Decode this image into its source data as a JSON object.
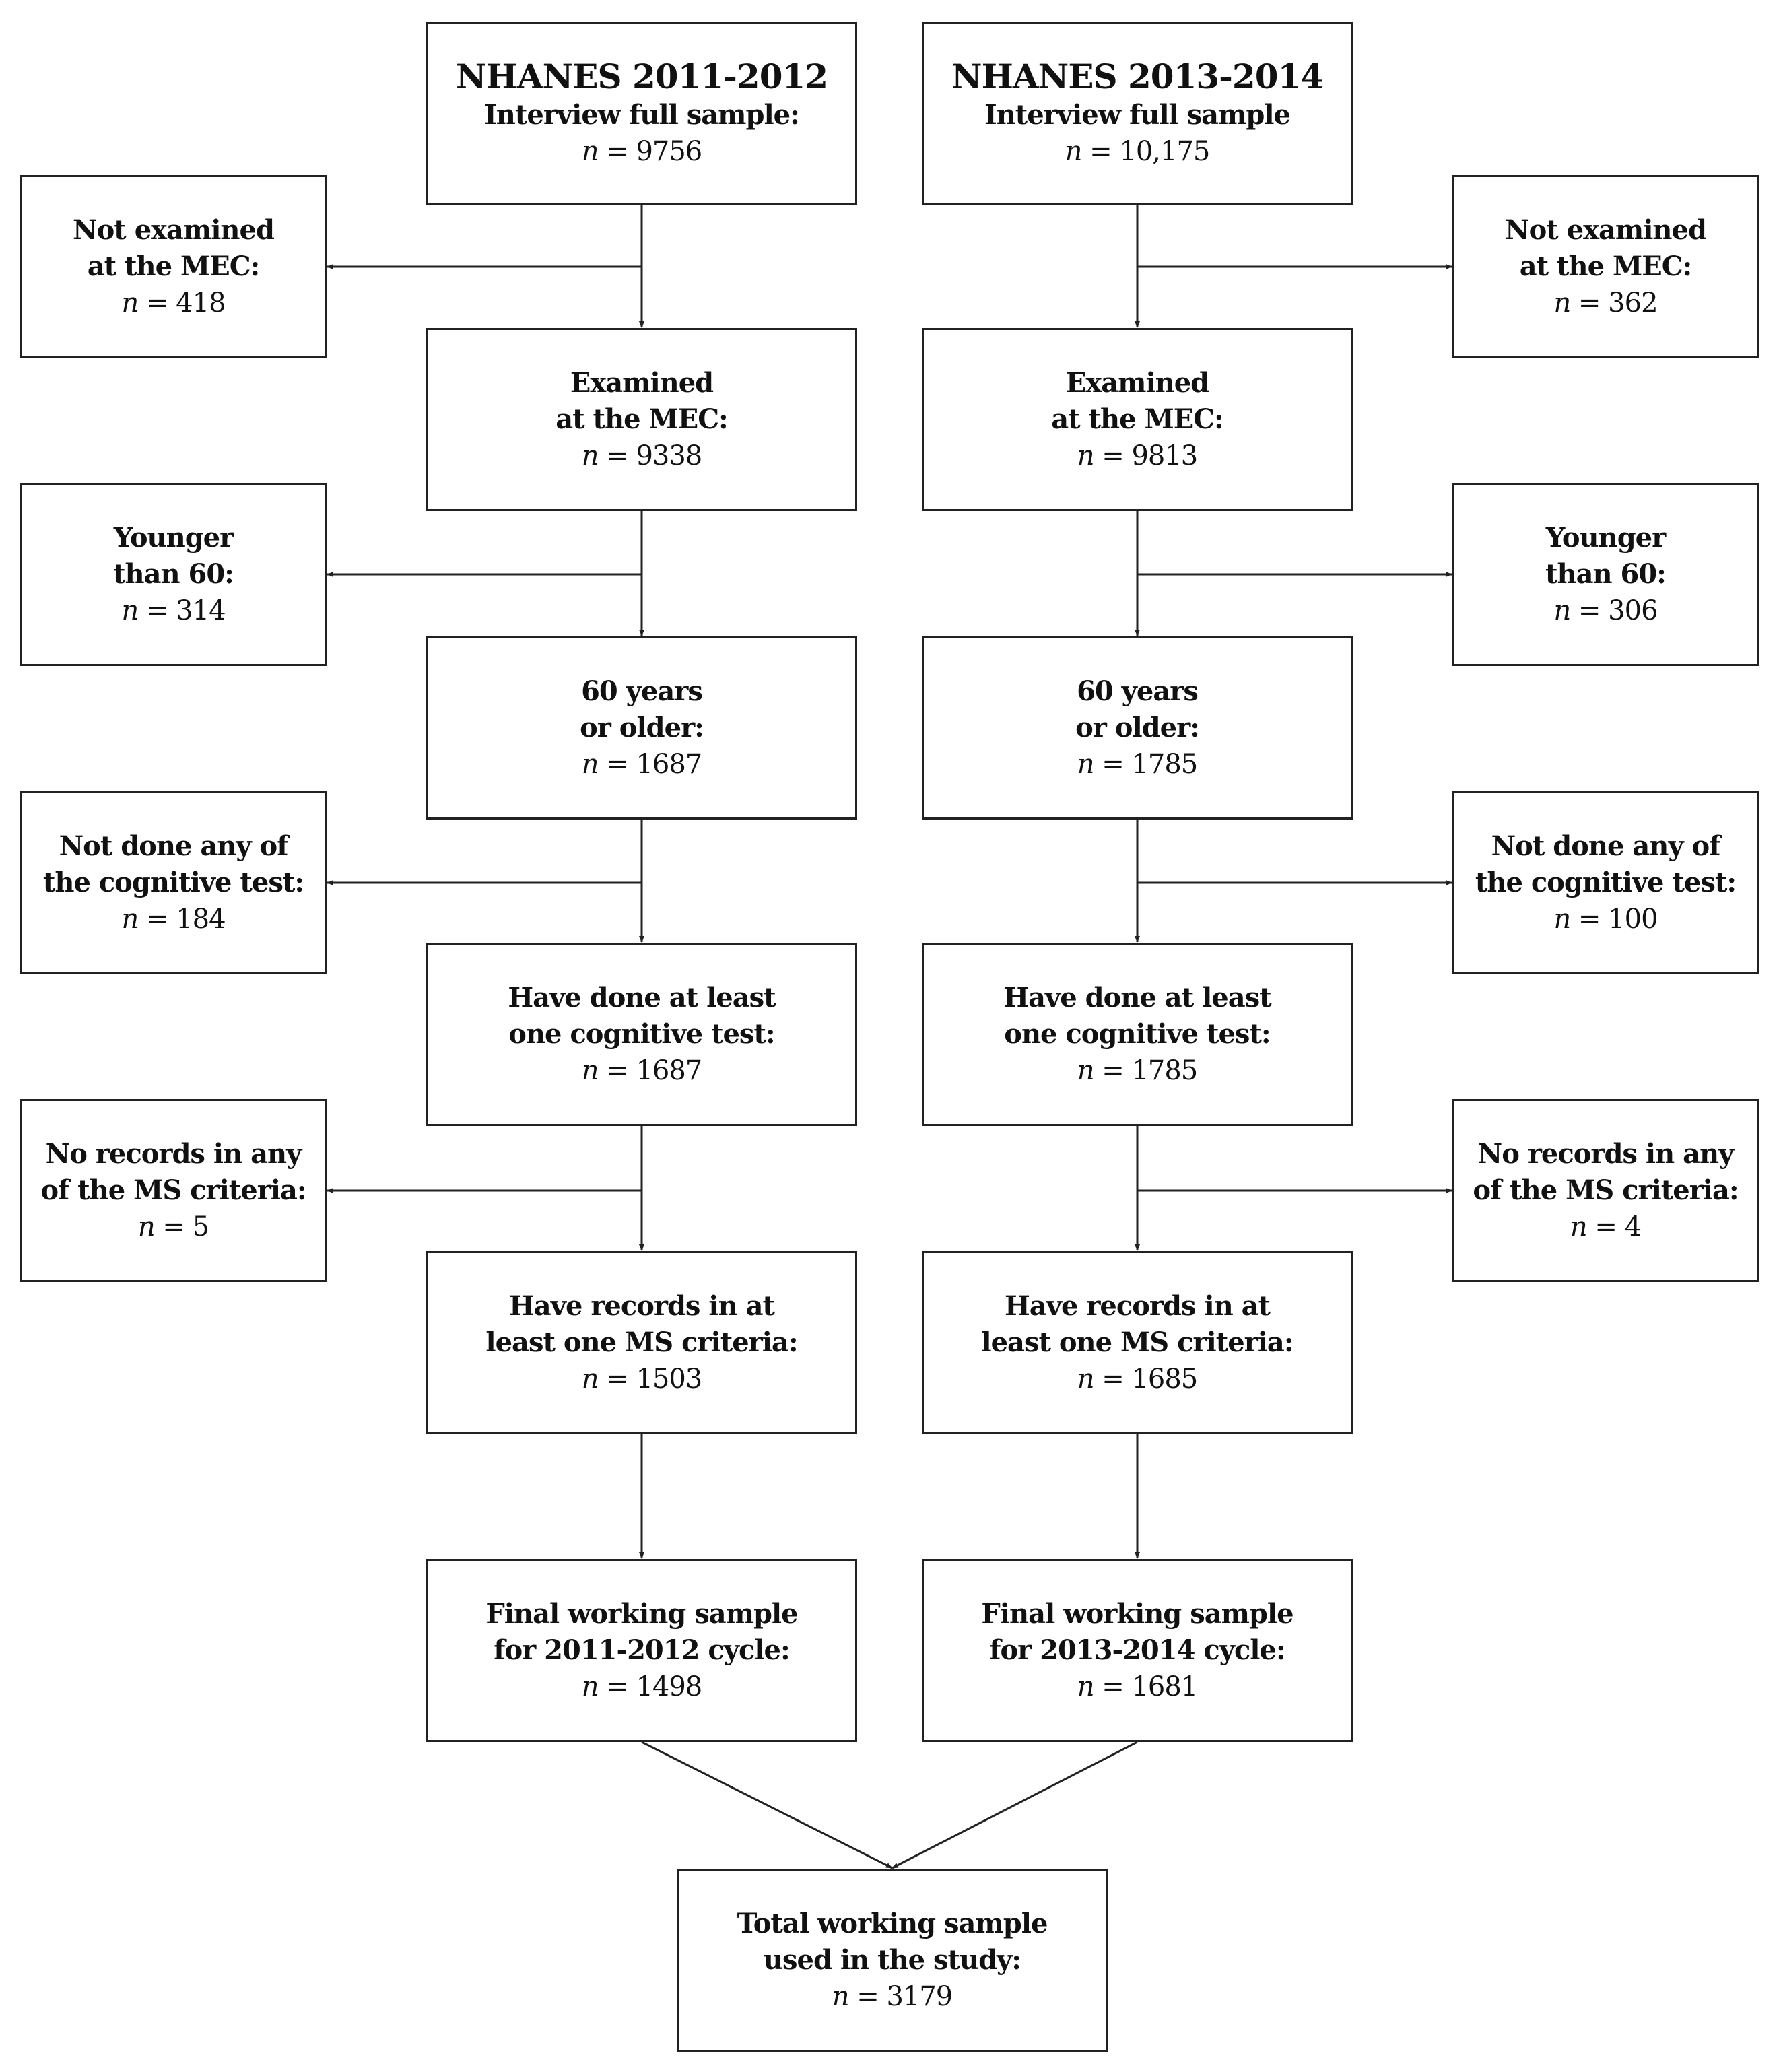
{
  "left": {
    "source": {
      "heading": "NHANES 2011-2012",
      "lines": [
        "Interview full sample:"
      ],
      "n": "9756"
    },
    "examined": {
      "lines": [
        "Examined",
        "at the MEC:"
      ],
      "n": "9338"
    },
    "age60": {
      "lines": [
        "60 years",
        "or older:"
      ],
      "n": "1687"
    },
    "cognitive": {
      "lines": [
        "Have done at least",
        "one cognitive test:"
      ],
      "n": "1687"
    },
    "ms_records": {
      "lines": [
        "Have records in at",
        "least one MS criteria:"
      ],
      "n": "1503"
    },
    "final": {
      "lines": [
        "Final working sample",
        "for 2011-2012 cycle:"
      ],
      "n": "1498"
    },
    "excl_not_examined": {
      "lines": [
        "Not examined",
        "at the MEC:"
      ],
      "n": "418"
    },
    "excl_younger": {
      "lines": [
        "Younger",
        "than 60:"
      ],
      "n": "314"
    },
    "excl_no_cognitive": {
      "lines": [
        "Not done any of",
        "the cognitive test:"
      ],
      "n": "184"
    },
    "excl_no_ms": {
      "lines": [
        "No records in any",
        "of the MS criteria:"
      ],
      "n": "5"
    }
  },
  "right": {
    "source": {
      "heading": "NHANES 2013-2014",
      "lines": [
        "Interview full sample"
      ],
      "n": "10,175"
    },
    "examined": {
      "lines": [
        "Examined",
        "at the MEC:"
      ],
      "n": "9813"
    },
    "age60": {
      "lines": [
        "60 years",
        "or older:"
      ],
      "n": "1785"
    },
    "cognitive": {
      "lines": [
        "Have done at least",
        "one cognitive test:"
      ],
      "n": "1785"
    },
    "ms_records": {
      "lines": [
        "Have records in at",
        "least one MS criteria:"
      ],
      "n": "1685"
    },
    "final": {
      "lines": [
        "Final working sample",
        "for 2013-2014 cycle:"
      ],
      "n": "1681"
    },
    "excl_not_examined": {
      "lines": [
        "Not examined",
        "at the MEC:"
      ],
      "n": "362"
    },
    "excl_younger": {
      "lines": [
        "Younger",
        "than 60:"
      ],
      "n": "306"
    },
    "excl_no_cognitive": {
      "lines": [
        "Not done any of",
        "the cognitive test:"
      ],
      "n": "100"
    },
    "excl_no_ms": {
      "lines": [
        "No records in any",
        "of the MS criteria:"
      ],
      "n": "4"
    }
  },
  "total": {
    "lines": [
      "Total working sample",
      "used in the study:"
    ],
    "n": "3179"
  },
  "n_prefix": "n",
  "n_separator": " = "
}
